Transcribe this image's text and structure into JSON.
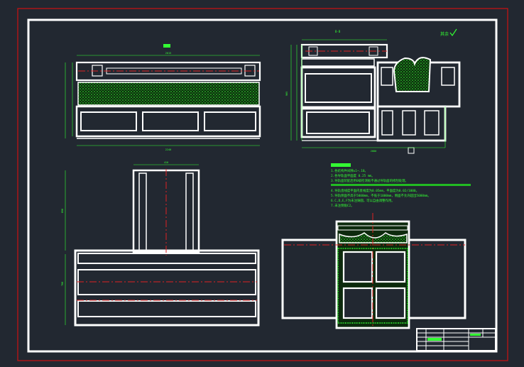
{
  "drawing": {
    "colors": {
      "background": "#222831",
      "border": "#cc1111",
      "outline": "#ffffff",
      "centerline": "#dd2222",
      "hatch": "#33ff33",
      "dimension": "#33ff33",
      "annotation": "#33ff33",
      "highlight": "#22bb22"
    },
    "section_label": "B-B",
    "approval_mark": "其余",
    "dims": {
      "top_width": "2015",
      "total_width": "2240",
      "section_width": "2080",
      "section_height": "905",
      "pillar_width": "410",
      "tower_height": "890",
      "base_height": "700"
    },
    "notes": [
      "1.各结构件间隙±1~.10。",
      "2.各导轨面平面度 0.25 mm。",
      "3.导轨面装配后用0级检测板不通过导轨面的修刮处理。",
      "4.导轨直线度平面内直线度为0.05mm，平面度为0.02/1000。",
      "5.导轨侧面不高于5000mm，不低于1000mm，侧面不允许超出5000mm。",
      "6.C,D,E,F为未注铸圆，可以自由调整作用。",
      "7.未注倒角C2。"
    ],
    "title_block": {
      "cells": [
        "",
        "",
        "",
        "",
        "",
        "",
        "",
        "",
        "",
        ""
      ]
    }
  }
}
